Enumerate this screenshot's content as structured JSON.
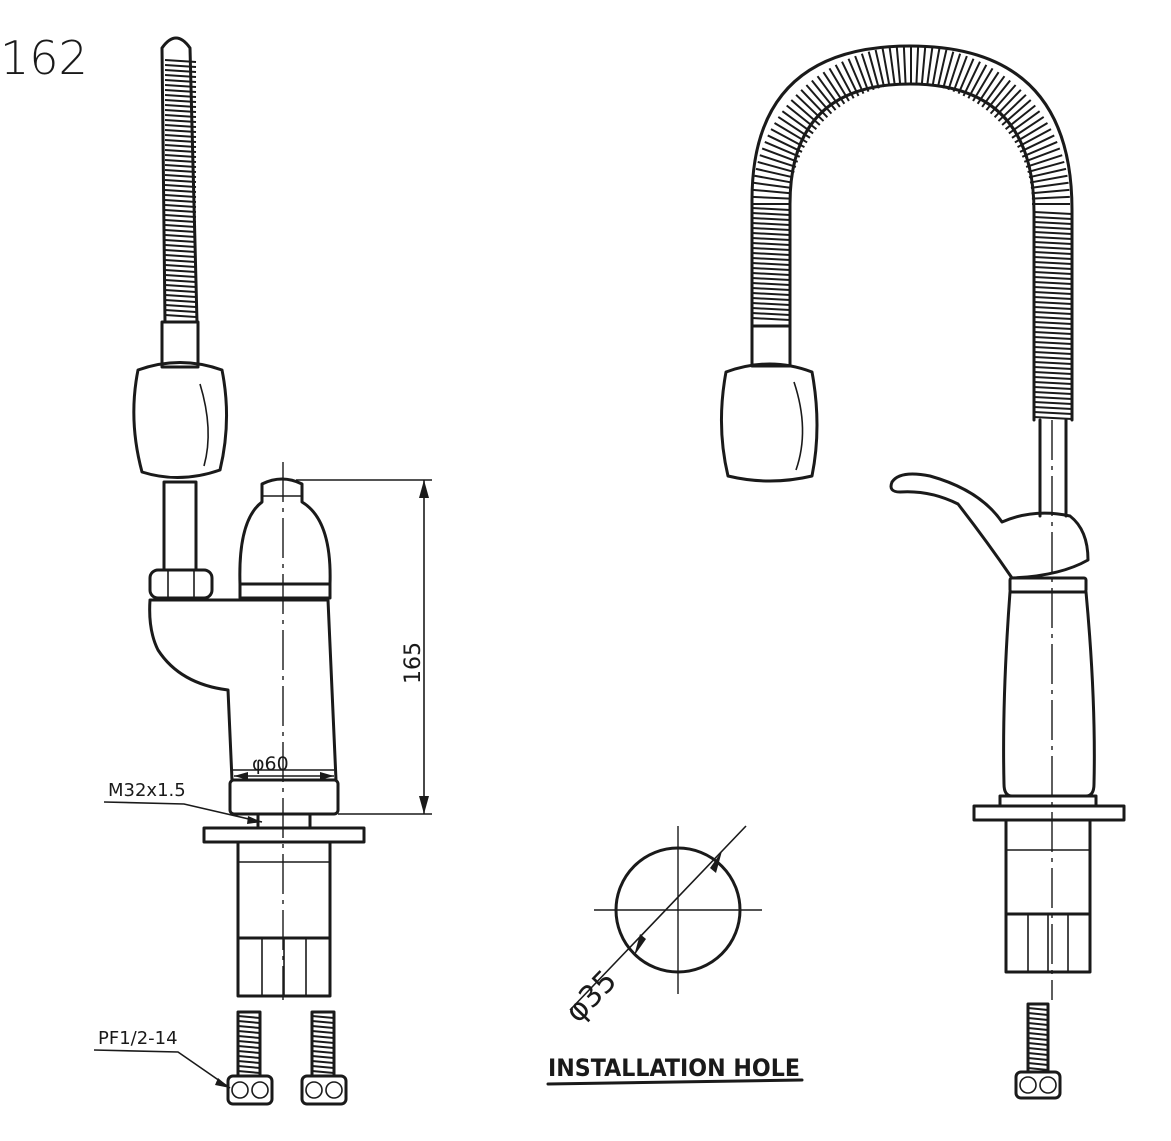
{
  "model_number": "162",
  "dimensions": {
    "height": "165",
    "base_diameter": "φ60",
    "hole_diameter": "φ35"
  },
  "thread_labels": {
    "mount_thread": "M32x1.5",
    "inlet_thread": "PF1/2-14"
  },
  "installation_hole_title": "INSTALLATION HOLE"
}
